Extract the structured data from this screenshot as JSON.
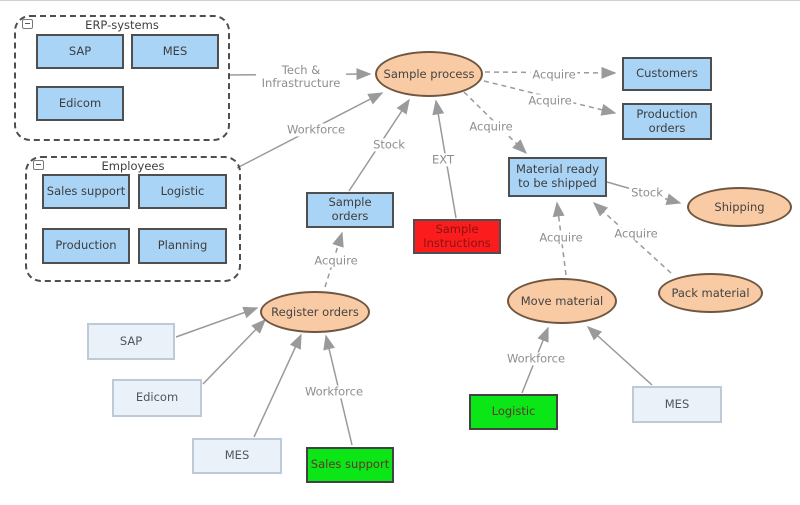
{
  "groups": {
    "erp": {
      "title": "ERP-systems"
    },
    "employees": {
      "title": "Employees"
    }
  },
  "nodes": {
    "erp_sap": "SAP",
    "erp_mes": "MES",
    "erp_edicom": "Edicom",
    "emp_sales_support": "Sales support",
    "emp_logistic": "Logistic",
    "emp_production": "Production",
    "emp_planning": "Planning",
    "sample_process": "Sample process",
    "customers": "Customers",
    "production_orders": "Production orders",
    "material_ready": "Material ready to be shipped",
    "sample_orders": "Sample orders",
    "sample_instructions": "Sample Instructions",
    "shipping": "Shipping",
    "pack_material": "Pack material",
    "move_material": "Move material",
    "register_orders": "Register orders",
    "res_sap": "SAP",
    "res_edicom": "Edicom",
    "res_mes": "MES",
    "res_sales_support": "Sales support",
    "res_logistic": "Logistic",
    "res_mes_right": "MES"
  },
  "labels": {
    "acquire": "Acquire",
    "workforce": "Workforce",
    "stock": "Stock",
    "ext": "EXT",
    "tech_infrastructure": "Tech & Infrastructure"
  },
  "colors": {
    "node_blue_fill": "#aad4f6",
    "node_pale_fill": "#eaf1f9",
    "node_green_fill": "#0be617",
    "node_red_fill": "#fb1d1d",
    "ellipse_fill": "#f9cba4",
    "ellipse_border": "#6f5640",
    "dark_border": "#4f4f4f",
    "edge_gray": "#9a9a9a",
    "edge_label_gray": "#8e8e8e",
    "red_text": "#8c1111"
  }
}
